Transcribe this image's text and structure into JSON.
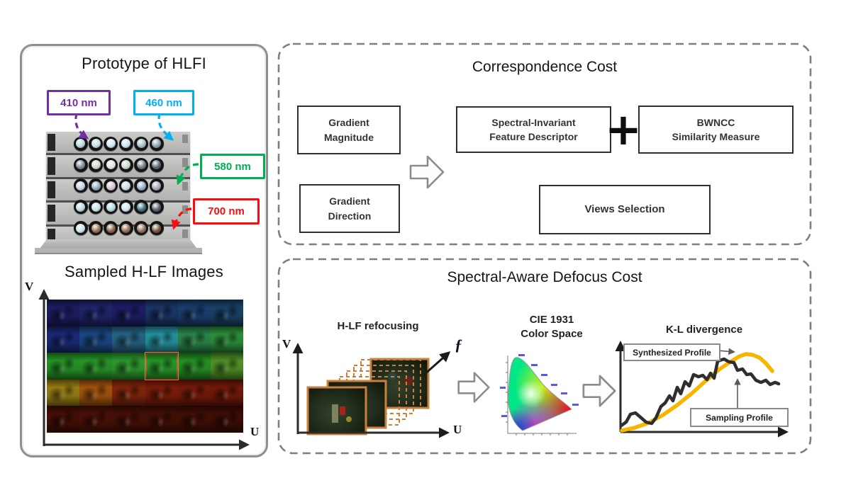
{
  "left_panel": {
    "title": "Prototype of HLFI",
    "wavelength_labels": [
      {
        "text": "410 nm",
        "color": "#7030a0"
      },
      {
        "text": "460 nm",
        "color": "#00b0f0"
      },
      {
        "text": "580 nm",
        "color": "#00b050"
      },
      {
        "text": "700 nm",
        "color": "#fb0d0d"
      }
    ],
    "camera_lens_colors": [
      [
        "#b9d4da",
        "#c2dde2",
        "#cfe6ea",
        "#cde4ea",
        "#a8bec6",
        "#8f9ea6"
      ],
      [
        "#7d878d",
        "#d8d2c6",
        "#e6e2da",
        "#cfd8c8",
        "#6f7a80",
        "#5a6268"
      ],
      [
        "#c2cfe2",
        "#8fa6b8",
        "#d8c2ce",
        "#c8dce4",
        "#9aa8c0",
        "#b0a0b4"
      ],
      [
        "#bcd8dc",
        "#c4e2e0",
        "#b4d8da",
        "#cfe8e8",
        "#3f6a7a",
        "#565a64"
      ],
      [
        "#c8e4e6",
        "#9a6c4a",
        "#8a5c3e",
        "#96684a",
        "#8f6a50",
        "#7a5038"
      ]
    ],
    "sampled": {
      "title": "Sampled H-LF Images",
      "v_label": "V",
      "u_label": "U",
      "rows": 5,
      "cols": 6,
      "cell_colors": [
        [
          "#20216e",
          "#232a78",
          "#202272",
          "#1d3c74",
          "#1d467c",
          "#1c4a74"
        ],
        [
          "#1d2f88",
          "#1f5094",
          "#2b7094",
          "#28a2b2",
          "#2f9551",
          "#31a040"
        ],
        [
          "#2aa42a",
          "#2ca62c",
          "#32ac32",
          "#2caa2c",
          "#28a228",
          "#58a22c"
        ],
        [
          "#a98c16",
          "#b55d10",
          "#8f2a0c",
          "#8a1f0a",
          "#851d0a",
          "#801b0a"
        ],
        [
          "#4c1006",
          "#521206",
          "#4f1106",
          "#4b1006",
          "#481005",
          "#450e05"
        ]
      ],
      "highlight_cell": {
        "row": 2,
        "col": 3,
        "color": "#c8823e"
      }
    }
  },
  "correspondence_panel": {
    "title": "Correspondence Cost",
    "gradient_magnitude": "Gradient\nMagnitude",
    "gradient_direction": "Gradient\nDirection",
    "feature_descriptor": "Spectral-Invariant\nFeature Descriptor",
    "plus_symbol": "+",
    "bwncc": "BWNCC\nSimilarity Measure",
    "views_selection": "Views Selection"
  },
  "defocus_panel": {
    "title": "Spectral-Aware Defocus Cost",
    "refocusing_label": "H-LF refocusing",
    "v_label": "V",
    "u_label": "U",
    "f_label": "ƒ",
    "cie_label": "CIE 1931\nColor Space",
    "kl_chart": {
      "type": "line",
      "title": "K-L divergence",
      "xlabel": "",
      "ylabel": "",
      "legend": "none",
      "annotations": [
        "Synthesized Profile",
        "Sampling Profile"
      ],
      "series": [
        {
          "name": "Synthesized Profile",
          "color": "#f7b500",
          "points": [
            [
              12,
              132
            ],
            [
              30,
              128
            ],
            [
              50,
              121
            ],
            [
              70,
              110
            ],
            [
              90,
              96
            ],
            [
              110,
              80
            ],
            [
              130,
              62
            ],
            [
              150,
              45
            ],
            [
              165,
              35
            ],
            [
              178,
              27
            ],
            [
              187,
              24
            ],
            [
              196,
              25
            ],
            [
              206,
              29
            ],
            [
              215,
              37
            ],
            [
              224,
              48
            ]
          ]
        },
        {
          "name": "Sampling Profile",
          "color": "#2e2e2e",
          "points": [
            [
              11,
              125
            ],
            [
              18,
              120
            ],
            [
              24,
              109
            ],
            [
              31,
              107
            ],
            [
              38,
              113
            ],
            [
              46,
              120
            ],
            [
              54,
              122
            ],
            [
              60,
              114
            ],
            [
              67,
              98
            ],
            [
              73,
              93
            ],
            [
              79,
              83
            ],
            [
              84,
              90
            ],
            [
              90,
              71
            ],
            [
              95,
              80
            ],
            [
              101,
              63
            ],
            [
              107,
              69
            ],
            [
              113,
              53
            ],
            [
              120,
              56
            ],
            [
              126,
              54
            ],
            [
              132,
              60
            ],
            [
              137,
              51
            ],
            [
              142,
              58
            ],
            [
              147,
              34
            ],
            [
              156,
              31
            ],
            [
              163,
              35
            ],
            [
              170,
              36
            ],
            [
              175,
              47
            ],
            [
              182,
              45
            ],
            [
              188,
              53
            ],
            [
              194,
              52
            ],
            [
              201,
              61
            ],
            [
              208,
              64
            ],
            [
              215,
              61
            ],
            [
              221,
              67
            ],
            [
              228,
              64
            ],
            [
              233,
              66
            ]
          ]
        }
      ]
    }
  },
  "colors": {
    "panel_border": "#8f8f8f",
    "dashed_border": "#7f7f7f",
    "flow_box_border": "#2f2f2f",
    "refocus_frame": "#c9803d",
    "axis": "#2b2b2b"
  }
}
